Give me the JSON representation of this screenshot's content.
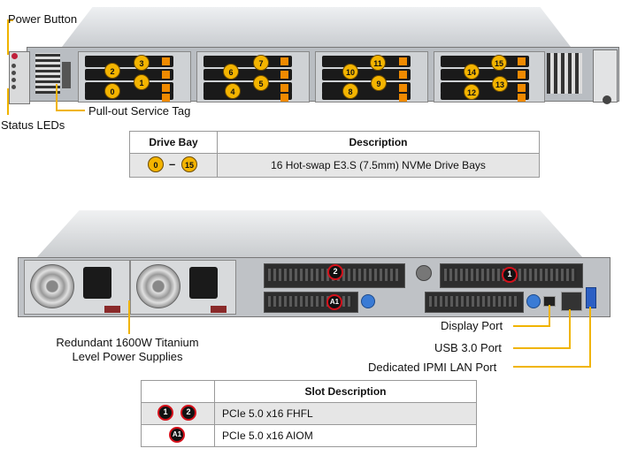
{
  "front": {
    "labels": {
      "power_button": "Power Button",
      "status_leds": "Status LEDs",
      "service_tag": "Pull-out Service Tag"
    },
    "bays": [
      {
        "number": "0"
      },
      {
        "number": "1"
      },
      {
        "number": "2"
      },
      {
        "number": "3"
      },
      {
        "number": "4"
      },
      {
        "number": "5"
      },
      {
        "number": "6"
      },
      {
        "number": "7"
      },
      {
        "number": "8"
      },
      {
        "number": "9"
      },
      {
        "number": "10"
      },
      {
        "number": "11"
      },
      {
        "number": "12"
      },
      {
        "number": "13"
      },
      {
        "number": "14"
      },
      {
        "number": "15"
      }
    ]
  },
  "drive_table": {
    "headers": {
      "bay": "Drive Bay",
      "description": "Description"
    },
    "row": {
      "from": "0",
      "dash": "–",
      "to": "15",
      "description": "16 Hot-swap E3.S (7.5mm) NVMe Drive Bays"
    }
  },
  "rear": {
    "labels": {
      "power_supplies_line1": "Redundant 1600W Titanium",
      "power_supplies_line2": "Level Power Supplies",
      "display_port": "Display Port",
      "usb_port": "USB 3.0 Port",
      "ipmi_port": "Dedicated IPMI LAN Port"
    },
    "slot_badges": {
      "slot1": "1",
      "slot2": "2",
      "aiom": "A1"
    }
  },
  "slot_table": {
    "headers": {
      "icon": "",
      "description": "Slot Description"
    },
    "rows": [
      {
        "badges": [
          "1",
          "2"
        ],
        "description": "PCIe 5.0 x16 FHFL"
      },
      {
        "badges": [
          "A1"
        ],
        "description": "PCIe 5.0 x16 AIOM"
      }
    ]
  },
  "colors": {
    "badge_yellow": "#f4b400",
    "badge_red": "#d4101a",
    "leader_line": "#f0b400",
    "drive_led": "#f08a00"
  }
}
